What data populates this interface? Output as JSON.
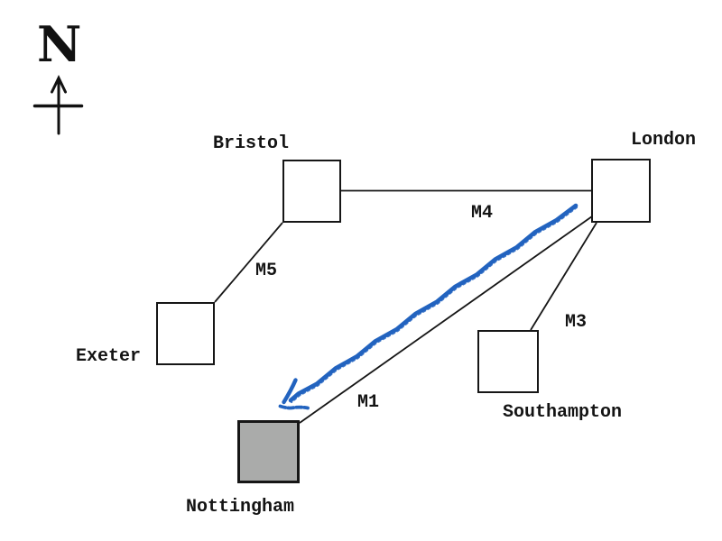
{
  "compass": {
    "label": "N",
    "icon": "north-arrow"
  },
  "cities": {
    "bristol": {
      "label": "Bristol"
    },
    "london": {
      "label": "London"
    },
    "exeter": {
      "label": "Exeter"
    },
    "southampton": {
      "label": "Southampton"
    },
    "nottingham": {
      "label": "Nottingham"
    }
  },
  "roads": {
    "m4": {
      "label": "M4"
    },
    "m5": {
      "label": "M5"
    },
    "m3": {
      "label": "M3"
    },
    "m1": {
      "label": "M1"
    }
  },
  "route_arrow": {
    "color": "#2263bf",
    "style": "hand-drawn"
  },
  "colors": {
    "line": "#161616",
    "text": "#141414",
    "highlight_box_fill": "#aaabaa",
    "background": "#ffffff"
  }
}
